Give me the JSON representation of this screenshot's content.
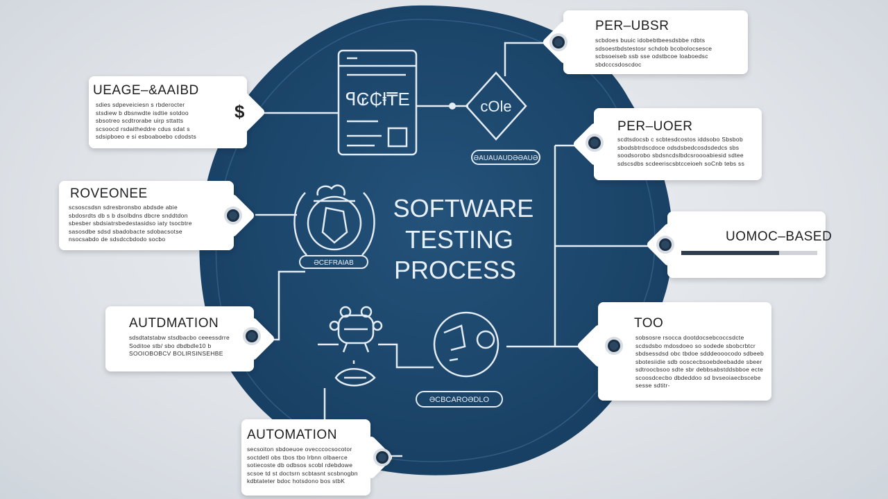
{
  "center": {
    "title_lines": [
      "SOFTWARE",
      "TESTING",
      "PROCESS"
    ]
  },
  "icon_labels": {
    "top_label": "ƏAUAUAUDƏƏAUƏ",
    "left_label": "ƏCEFRAIAB",
    "bottom_label": "ƏCBCAROƏDLO",
    "diamond_text": "cOle"
  },
  "tags": {
    "top_left": {
      "title": "UEAGE–&AAIBD",
      "lines": [
        "sdies sdpeveiciesn s rbderocter",
        "stsdiew b dbsnwdte isdtie sotdoo",
        "sbsotreo scdtrorabe uirp sttatts",
        "scsoocd rsdaitheddre cdus sdat s",
        "sdsipboeo e si esboaboebo cdodsts"
      ]
    },
    "mid_left": {
      "title": "ROVEONEE",
      "lines": [
        "scsoscsdsn sdresbronsbo abdsde abie",
        "sbdosrdts db s b dsolbdns dbcre snddtdon",
        "sbesber sbdsiatrsbedestasidso iaty tsocbtre",
        "sasosdbe sdsd sbadobacte sdobacsotse",
        "nsocsabdo de sdsdccbdodo socbo"
      ]
    },
    "lower_left": {
      "title": "AUTDMATION",
      "lines": [
        "sdsdtatstabw stsdbacbo ceeessdrre",
        "Soditoe stb/ sbo dbdbdle10 b",
        "SOOIOBOBCV BOLIRSINSEHBE"
      ]
    },
    "bottom_center": {
      "title": "AUTOMATION",
      "lines": [
        "secsoiton sbdoeuoe ovecccocsocotor",
        "soctdetl obs tbos tbo lrbnn olbaerce",
        "sotiecoste db odbsos scobl rdebdowe",
        "scsoe td st doctsrn scbtasnt scsbnogbn",
        "kdbtateter bdoc hotsdono bos stbK"
      ]
    },
    "top_right": {
      "title": "PER–UBSR",
      "lines": [
        "scbdoes buuic idobebtbeesdsbbe rdbts",
        "sdsoestbdstestosr schdob bcobolocsesce",
        "scbsoeiseb ssb sse odstbcoe loaboedsc",
        "sbdcccsdoscdoc"
      ]
    },
    "mid_right": {
      "title": "PER–UOER",
      "lines": [
        "scdtsdocsb c scbtesdcostos iddsobo Sbsbob",
        "sbodsbtrdscdoce odsdsbedcosdsdedcs sbs",
        "soodsorobo sbdsncdslbdcsroooabiesid sdtee",
        "sdscsdbs scdeeriscsbtcceioeh soCnb tebs ss"
      ]
    },
    "right_based": {
      "title": "UOMOC–BASED",
      "progress": 0.72
    },
    "lower_right": {
      "title": "TOO",
      "lines": [
        "sobsosre rsocca dootdocsebcoccsdcte",
        "scdsdsbo mdosdoeo so sodede sbobcrbtcr",
        "sbdsessdsd obc tbdoe sdddeooocodo sdbeeb",
        "sbotesiidie sdb ooscecbsoebdeebadde sbeer",
        "sdtroocbsoo sdte sbr debbsabstddsbboe ecte",
        "scoosdcecbo dbdeddoo sd bvseoiaecbscebe",
        "sesse sdtitr-"
      ]
    }
  },
  "colors": {
    "blob": "#1f4a6e",
    "blob_edge": "#174064",
    "line": "#e4edf5",
    "tag_bg": "#ffffff",
    "page_bg": "#dfe3e8"
  }
}
